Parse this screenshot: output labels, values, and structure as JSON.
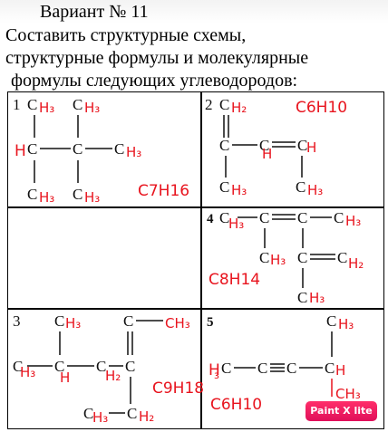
{
  "header": {
    "title": "Вариант № 11",
    "instruction_line1": "Составить структурные схемы,",
    "instruction_line2": "структурные формулы и молекулярные",
    "instruction_line3": "формулы следующих углеводородов:"
  },
  "cells": {
    "c1": {
      "number": "1",
      "formula": "C7H16"
    },
    "c2": {
      "number": "2",
      "formula": "C6H10"
    },
    "c3": {
      "number": "3",
      "formula": "C9H18"
    },
    "c4": {
      "number": "4",
      "formula": "C8H14"
    },
    "c5": {
      "number": "5",
      "formula": "C6H10"
    }
  },
  "watermark": {
    "label": "Paint X lite"
  },
  "colors": {
    "ink": "#111111",
    "annotation": "#e8141e",
    "badge": "#f0145f"
  }
}
